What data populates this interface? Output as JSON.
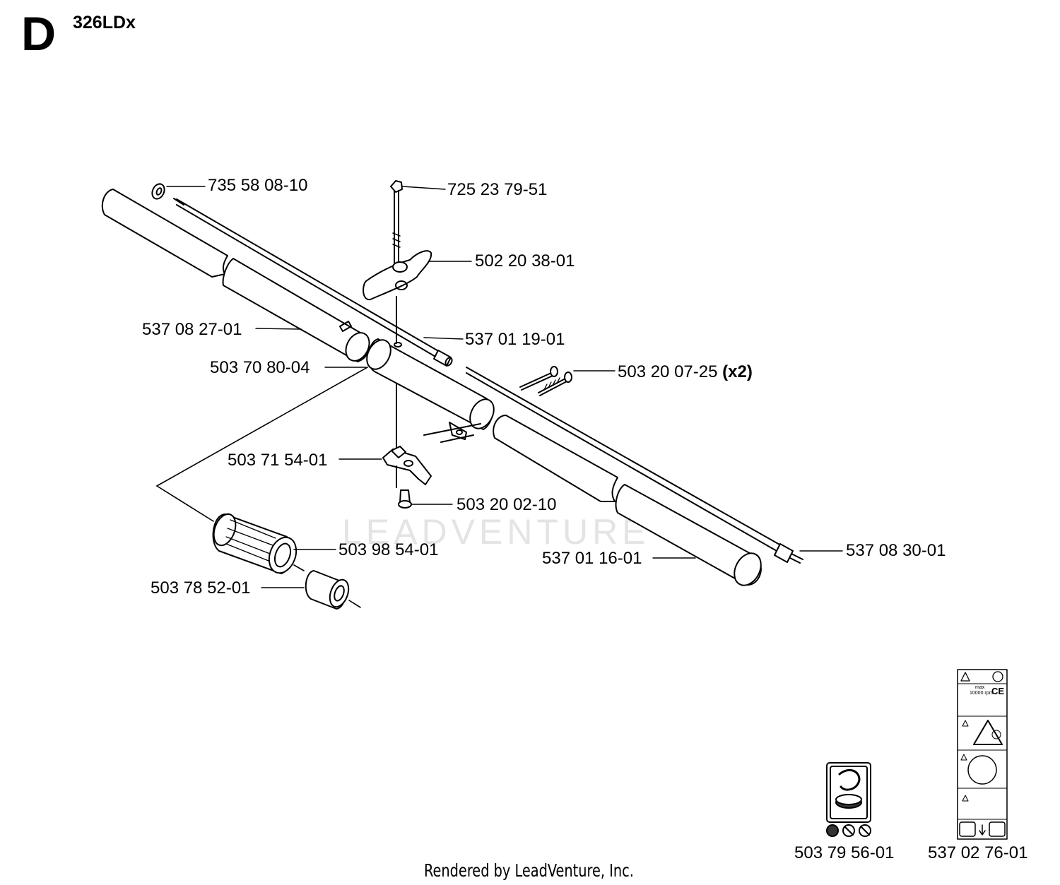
{
  "header": {
    "section_letter": "D",
    "model": "326LDx"
  },
  "footer": {
    "rendered_by": "Rendered by LeadVenture, Inc."
  },
  "watermark": {
    "text": "LEADVENTURE"
  },
  "parts": [
    {
      "number": "735 58 08-10",
      "qty": ""
    },
    {
      "number": "725 23 79-51",
      "qty": ""
    },
    {
      "number": "502 20 38-01",
      "qty": ""
    },
    {
      "number": "537 08 27-01",
      "qty": ""
    },
    {
      "number": "537 01 19-01",
      "qty": ""
    },
    {
      "number": "503 70 80-04",
      "qty": ""
    },
    {
      "number": "503 20 07-25",
      "qty": "(x2)"
    },
    {
      "number": "503 71 54-01",
      "qty": ""
    },
    {
      "number": "503 20 02-10",
      "qty": ""
    },
    {
      "number": "503 98 54-01",
      "qty": ""
    },
    {
      "number": "537 01 16-01",
      "qty": ""
    },
    {
      "number": "537 08 30-01",
      "qty": ""
    },
    {
      "number": "503 78 52-01",
      "qty": ""
    },
    {
      "number": "503 79 56-01",
      "qty": ""
    },
    {
      "number": "537 02 76-01",
      "qty": ""
    }
  ],
  "decal": {
    "rpm_max": "max",
    "rpm_value": "10000 rpm",
    "ce_mark": "CE"
  }
}
